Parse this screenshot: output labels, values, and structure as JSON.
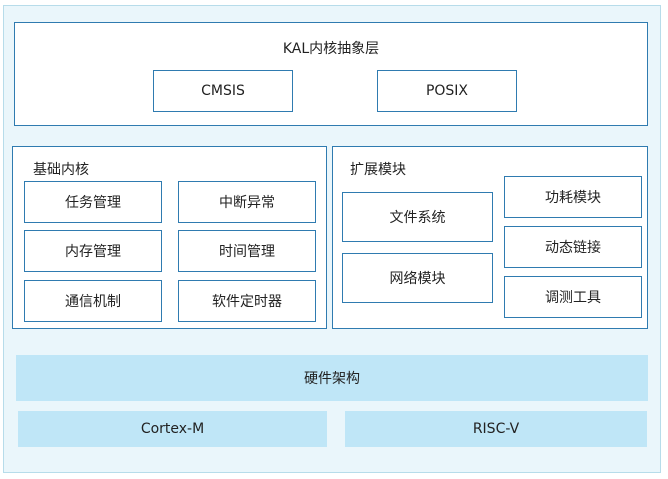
{
  "kal_layer": {
    "title": "KAL内核抽象层",
    "items": [
      "CMSIS",
      "POSIX"
    ]
  },
  "basic_kernel": {
    "title": "基础内核",
    "items": [
      "任务管理",
      "中断异常",
      "内存管理",
      "时间管理",
      "通信机制",
      "软件定时器"
    ]
  },
  "extension_modules": {
    "title": "扩展模块",
    "left_items": [
      "文件系统",
      "网络模块"
    ],
    "right_items": [
      "功耗模块",
      "动态链接",
      "调测工具"
    ]
  },
  "hardware_arch": {
    "title": "硬件架构",
    "items": [
      "Cortex-M",
      "RISC-V"
    ]
  }
}
